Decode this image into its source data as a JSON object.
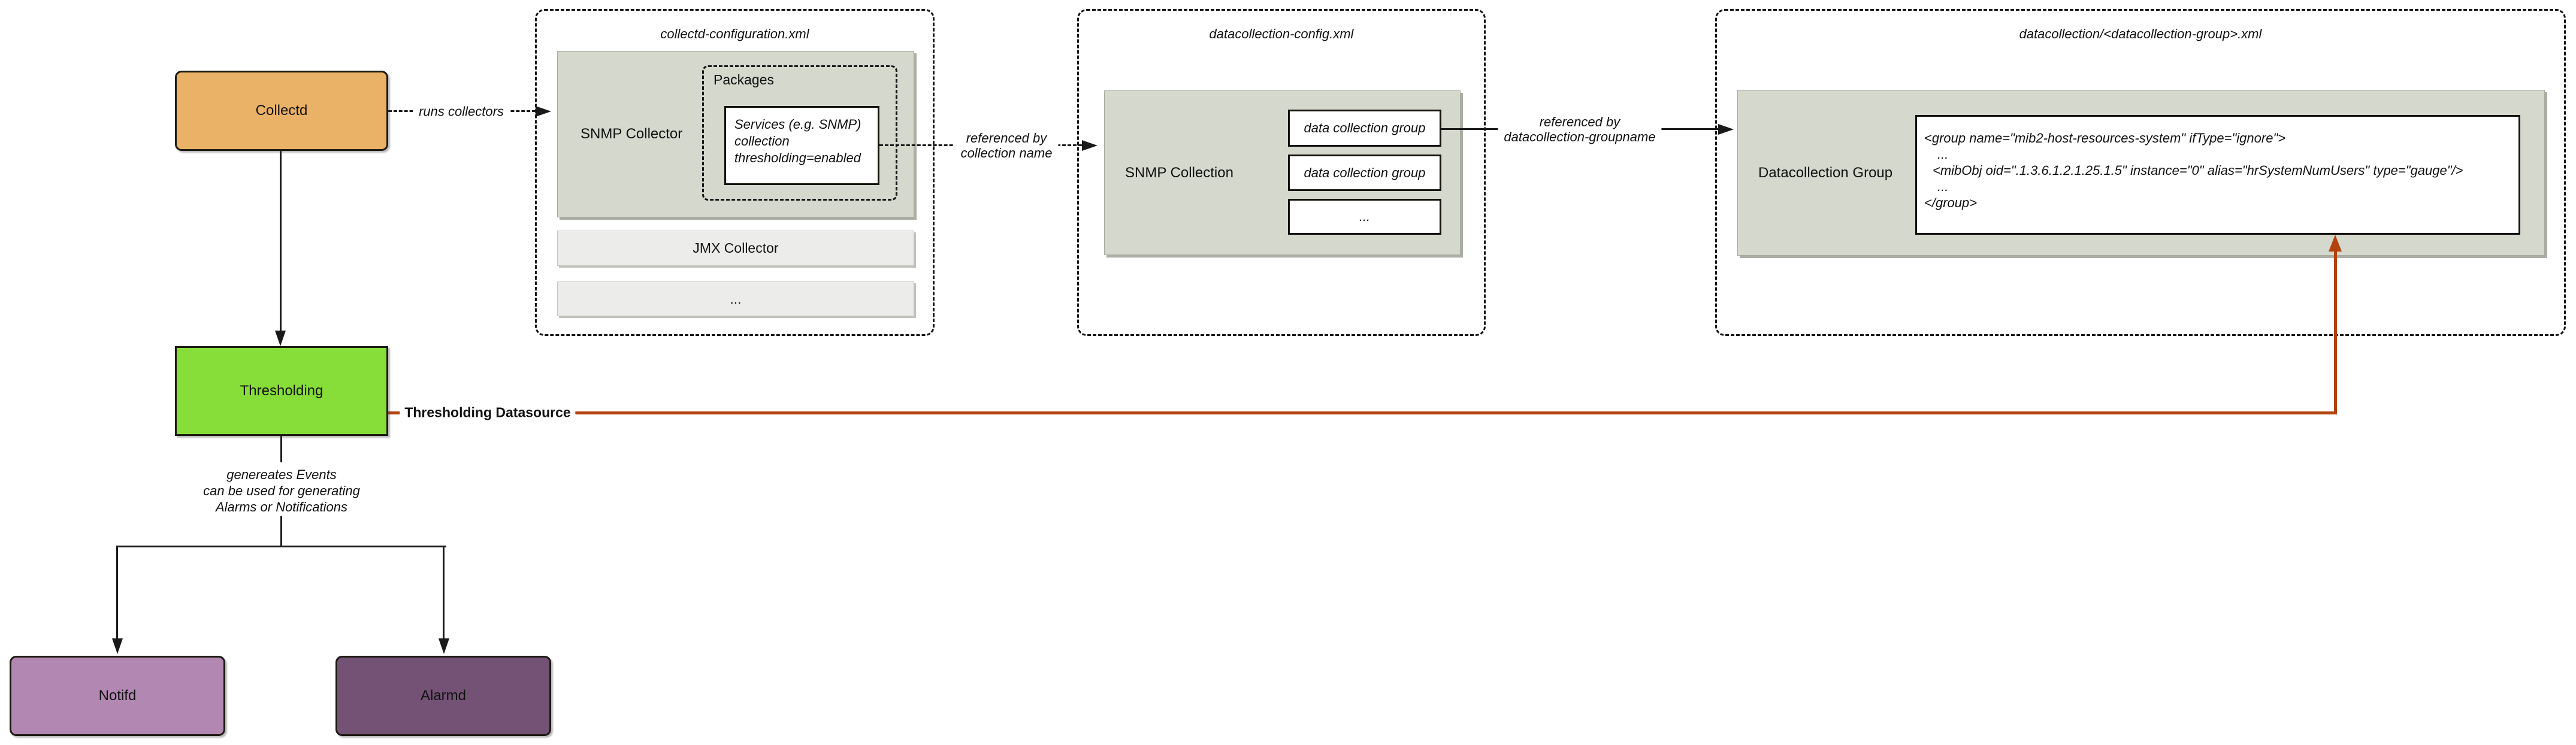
{
  "nodes": {
    "collectd": "Collectd",
    "thresholding": "Thresholding",
    "notifd": "Notifd",
    "alarmd": "Alarmd"
  },
  "collectd_config": {
    "title": "collectd-configuration.xml",
    "snmp_collector_label": "SNMP Collector",
    "packages_label": "Packages",
    "services_lines": [
      "Services (e.g. SNMP)",
      "collection",
      "thresholding=enabled"
    ],
    "jmx_collector_label": "JMX Collector",
    "ellipsis_label": "..."
  },
  "datacollection_config": {
    "title": "datacollection-config.xml",
    "snmp_collection_label": "SNMP Collection",
    "group_boxes": [
      "data collection group",
      "data collection group",
      "..."
    ]
  },
  "datacollection_group_file": {
    "title": "datacollection/<datacollection-group>.xml",
    "group_label": "Datacollection Group",
    "code_lines": [
      "<group name=\"mib2-host-resources-system\" ifType=\"ignore\">",
      "...",
      "<mibObj oid=\".1.3.6.1.2.1.25.1.5\" instance=\"0\" alias=\"hrSystemNumUsers\" type=\"gauge\"/>",
      "...",
      "</group>"
    ]
  },
  "edges": {
    "runs_collectors": "runs collectors",
    "referenced_by_collection_line1": "referenced by",
    "referenced_by_collection_line2": "collection name",
    "referenced_by_groupname_line1": "referenced by",
    "referenced_by_groupname_line2": "datacollection-groupname",
    "thresholding_datasource": "Thresholding Datasource",
    "generates_line1": "genereates Events",
    "generates_line2": "can be used for generating",
    "generates_line3": "Alarms or Notifications"
  },
  "colors": {
    "collectd-fill": "#eab266",
    "thresholding-fill": "#87de38",
    "notifd-fill": "#b287b2",
    "alarmd-fill": "#745276",
    "container-fill": "#d5d8cc",
    "bar-fill": "#ececea",
    "red-line": "#b2430e",
    "line": "#1a1a1a"
  }
}
